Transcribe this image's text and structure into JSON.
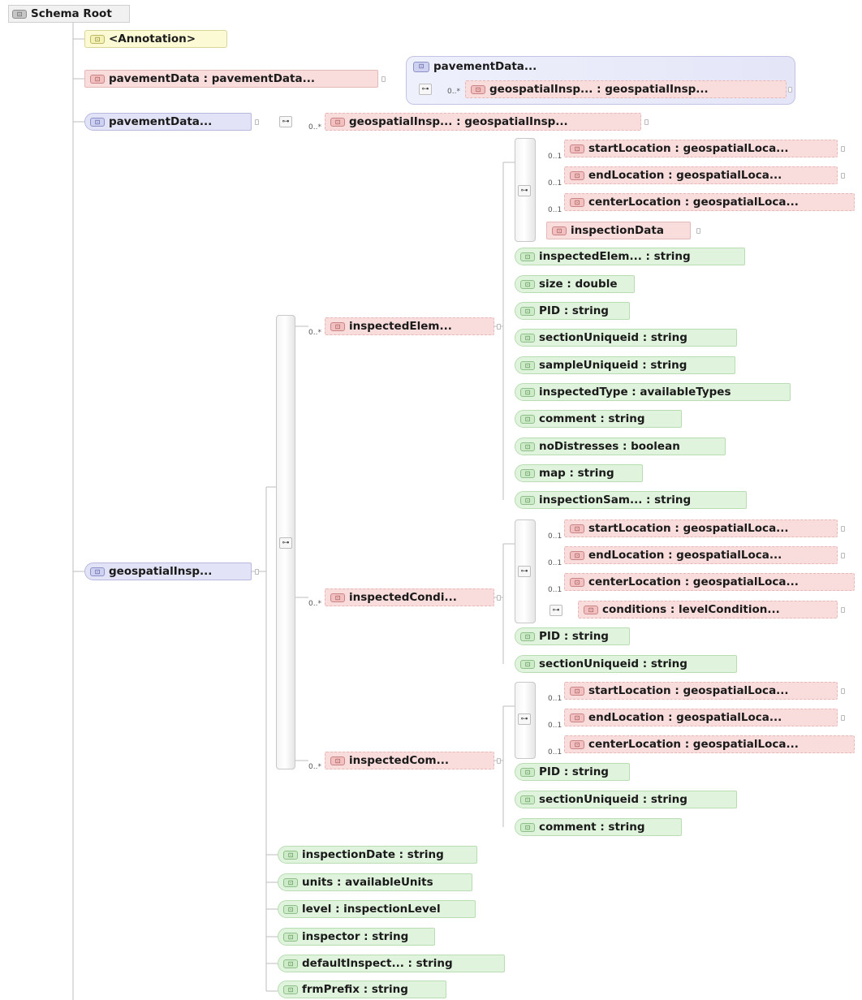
{
  "icons": {
    "root": "schema-icon",
    "annotation": "annotation-icon",
    "element": "element-icon",
    "attribute": "attribute-icon",
    "group": "group-icon",
    "sequence": "sequence-icon"
  },
  "colors": {
    "element_fill": "#f9dcdc",
    "attribute_fill": "#e0f4dd",
    "group_fill": "#e2e3f6",
    "annotation_fill": "#fbfad5",
    "root_fill": "#f1f1f1"
  },
  "schema": {
    "root": "Schema Root",
    "annotation": "<Annotation>",
    "pavement_element": "pavementData : pavementData...",
    "pavement_group_box": {
      "title": "pavementData...",
      "cardinality": "0..*",
      "child": "geospatialInsp... : geospatialInsp..."
    },
    "pavement_group": "pavementData...",
    "pavement_group_card": "0..*",
    "pavement_group_child": "geospatialInsp... : geospatialInsp...",
    "location_block_1": {
      "items": [
        {
          "card": "0..1",
          "label": "startLocation : geospatialLoca..."
        },
        {
          "card": "0..1",
          "label": "endLocation : geospatialLoca..."
        },
        {
          "card": "0..1",
          "label": "centerLocation : geospatialLoca..."
        }
      ],
      "extra": "inspectionData"
    },
    "elem_attrs": [
      "inspectedElem... : string",
      "size : double",
      "PID : string",
      "sectionUniqueid : string",
      "sampleUniqueid : string",
      "inspectedType : availableTypes",
      "comment : string",
      "noDistresses : boolean",
      "map : string",
      "inspectionSam... : string"
    ],
    "inspected_elem": {
      "card": "0..*",
      "label": "inspectedElem..."
    },
    "geo_group": "geospatialInsp...",
    "inspected_cond": {
      "card": "0..*",
      "label": "inspectedCondi..."
    },
    "location_block_2": {
      "items": [
        {
          "card": "0..1",
          "label": "startLocation : geospatialLoca..."
        },
        {
          "card": "0..1",
          "label": "endLocation : geospatialLoca..."
        },
        {
          "card": "0..1",
          "label": "centerLocation : geospatialLoca..."
        }
      ],
      "conditions": "conditions : levelCondition..."
    },
    "cond_attrs": [
      "PID : string",
      "sectionUniqueid : string"
    ],
    "inspected_com": {
      "card": "0..*",
      "label": "inspectedCom..."
    },
    "location_block_3": {
      "items": [
        {
          "card": "0..1",
          "label": "startLocation : geospatialLoca..."
        },
        {
          "card": "0..1",
          "label": "endLocation : geospatialLoca..."
        },
        {
          "card": "0..1",
          "label": "centerLocation : geospatialLoca..."
        }
      ]
    },
    "com_attrs": [
      "PID : string",
      "sectionUniqueid : string",
      "comment : string"
    ],
    "geo_attrs": [
      "inspectionDate : string",
      "units : availableUnits",
      "level : inspectionLevel",
      "inspector : string",
      "defaultInspect... : string",
      "frmPrefix : string"
    ]
  }
}
